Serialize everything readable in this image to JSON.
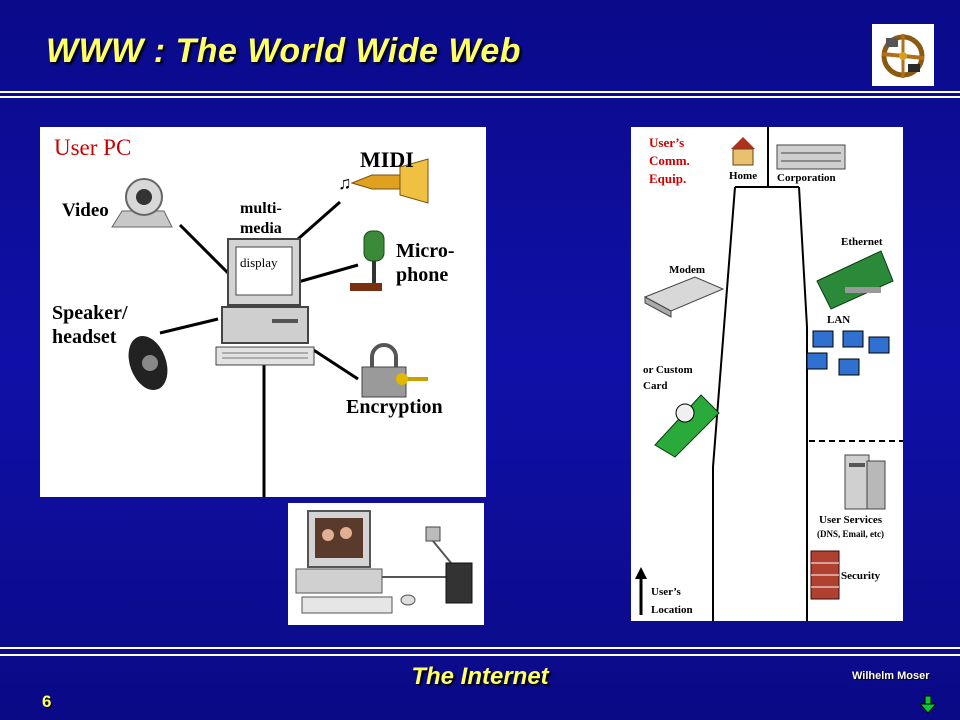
{
  "slide": {
    "title": "WWW : The World Wide Web",
    "footer_title": "The Internet",
    "author": "Wilhelm  Moser",
    "page_number": "6"
  },
  "pc_diagram": {
    "heading": "User PC",
    "labels": {
      "video": "Video",
      "multi": "multi-",
      "media": "media",
      "display": "display",
      "midi": "MIDI",
      "micro": "Micro-",
      "phone": "phone",
      "speaker": "Speaker/",
      "headset": "headset",
      "encryption": "Encryption"
    }
  },
  "network_diagram": {
    "heading": [
      "User’s",
      "Comm.",
      "Equip."
    ],
    "labels": {
      "home": "Home",
      "corporation": "Corporation",
      "ethernet": "Ethernet",
      "modem": "Modem",
      "lan": "LAN",
      "custom1": "or Custom",
      "custom2": "Card",
      "services": "User Services",
      "services_detail": "(DNS, Email, etc)",
      "security": "Security",
      "location1": "User’s",
      "location2": "Location"
    }
  },
  "colors": {
    "background": "#1010a8",
    "title": "#ffff66",
    "heading_red": "#cc0000"
  }
}
